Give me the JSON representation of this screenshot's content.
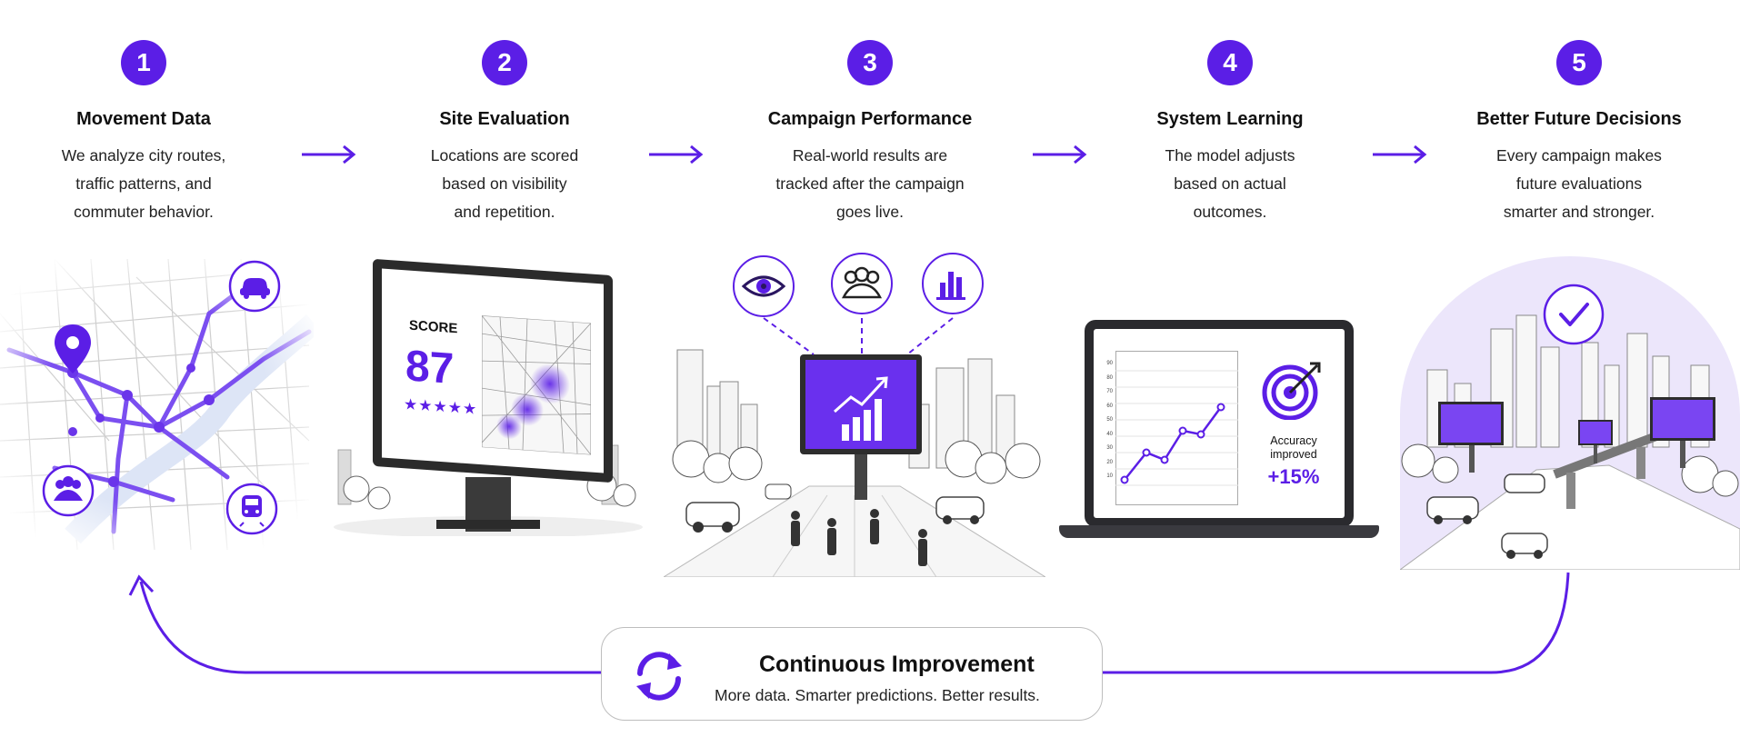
{
  "steps": [
    {
      "number": "1",
      "title": "Movement Data",
      "lines": [
        "We analyze city routes,",
        "traffic patterns,  and",
        "commuter behavior."
      ]
    },
    {
      "number": "2",
      "title": "Site Evaluation",
      "lines": [
        "Locations are scored",
        "based on visibility",
        "and repetition."
      ]
    },
    {
      "number": "3",
      "title": "Campaign Performance",
      "lines": [
        "Real-world results are",
        "tracked after the campaign",
        "goes live."
      ]
    },
    {
      "number": "4",
      "title": "System Learning",
      "lines": [
        "The model adjusts",
        "based on actual",
        "outcomes."
      ]
    },
    {
      "number": "5",
      "title": "Better Future Decisions",
      "lines": [
        "Every campaign makes",
        "future evaluations",
        "smarter and stronger."
      ]
    }
  ],
  "billboard": {
    "score_label": "SCORE",
    "score_value": "87",
    "rating_stars": 5
  },
  "laptop": {
    "chart_y_ticks": [
      "90",
      "80",
      "70",
      "60",
      "50",
      "40",
      "30",
      "20",
      "10"
    ],
    "accuracy_label_1": "Accuracy",
    "accuracy_label_2": "improved",
    "accuracy_value": "+15%"
  },
  "cycle": {
    "title": "Continuous Improvement",
    "subtitle": "More data. Smarter predictions. Better results."
  },
  "icons": {
    "map": [
      "location-pin-icon",
      "car-icon",
      "people-icon",
      "train-icon"
    ],
    "campaign": [
      "eye-icon",
      "people-icon",
      "bar-chart-icon",
      "trend-up-icon"
    ],
    "laptop": [
      "target-icon"
    ],
    "future": [
      "checkmark-icon"
    ],
    "cycle": [
      "refresh-icon"
    ]
  },
  "colors": {
    "accent": "#5b1ee6",
    "accent_light": "#ece6fb",
    "road": "#7b4ff0"
  }
}
